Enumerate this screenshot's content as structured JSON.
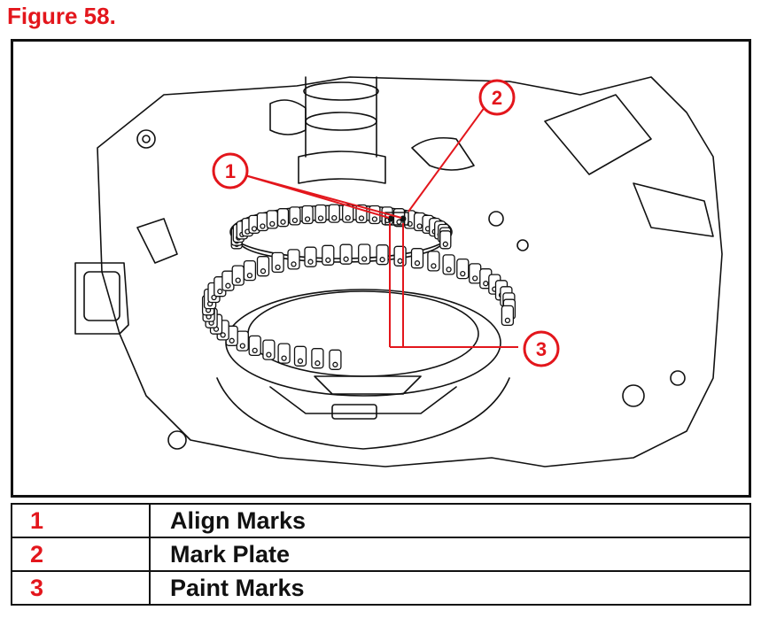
{
  "figure": {
    "title": "Figure 58."
  },
  "callouts": [
    {
      "number": "1"
    },
    {
      "number": "2"
    },
    {
      "number": "3"
    }
  ],
  "legend": [
    {
      "number": "1",
      "label": "Align Marks"
    },
    {
      "number": "2",
      "label": "Mark Plate"
    },
    {
      "number": "3",
      "label": "Paint Marks"
    }
  ],
  "colors": {
    "accent": "#e3161c",
    "line_art": "#111111"
  }
}
